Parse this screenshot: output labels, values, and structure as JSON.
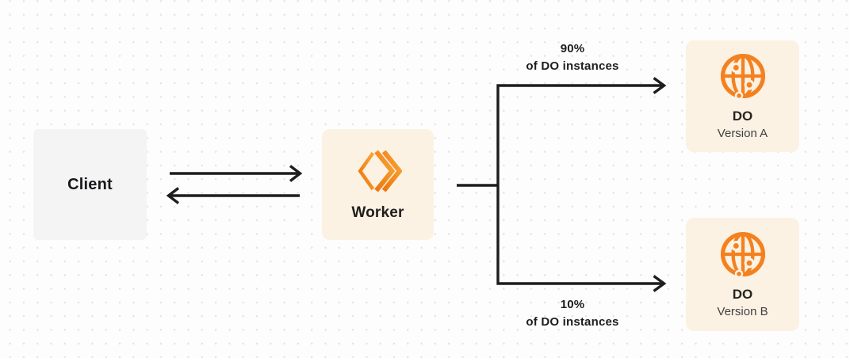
{
  "diagram": {
    "nodes": {
      "client": {
        "label": "Client"
      },
      "worker": {
        "label": "Worker",
        "icon": "workers-chevrons-icon"
      },
      "do_a": {
        "title": "DO",
        "subtitle": "Version A",
        "icon": "durable-object-globe-icon"
      },
      "do_b": {
        "title": "DO",
        "subtitle": "Version B",
        "icon": "durable-object-globe-icon"
      }
    },
    "edges": {
      "client_worker": {
        "type": "bidirectional-arrows"
      },
      "top_branch": {
        "percent": "90%",
        "caption": "of DO instances",
        "target": "DO Version A"
      },
      "bottom_branch": {
        "percent": "10%",
        "caption": "of DO instances",
        "target": "DO Version B"
      }
    },
    "colors": {
      "accent_orange": "#f48120",
      "accent_orange_light": "#f9a63a",
      "accent_orange_deep": "#ed750b",
      "node_cream_bg": "#fcf2e3",
      "client_gray_bg": "#f4f4f5",
      "line_color": "#1d1d1f",
      "text_primary": "#18181b",
      "text_secondary": "#3f3f46",
      "dot_grid": "#e4e4e4",
      "canvas_bg": "#fdfdfd"
    }
  }
}
